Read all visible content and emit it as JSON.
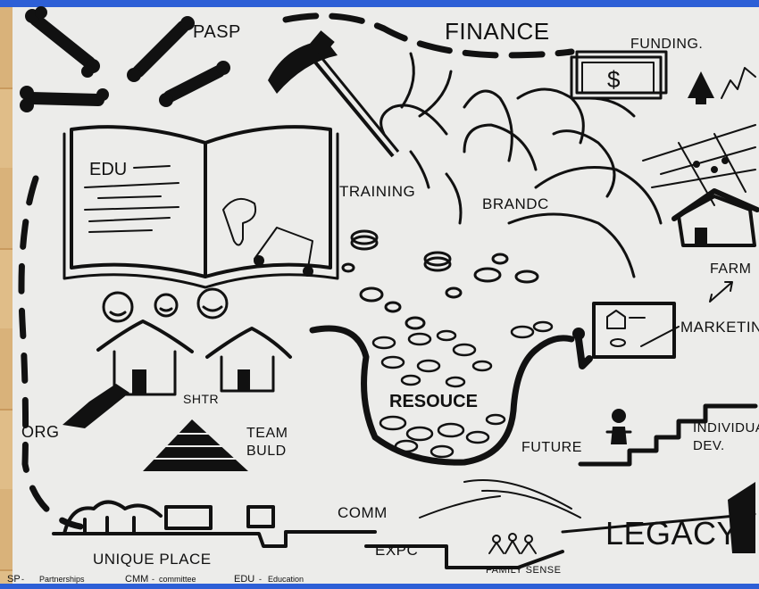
{
  "labels": {
    "pasp": "PASP",
    "finance": "FINANCE",
    "funding": "FUNDING.",
    "dollar": "$",
    "edu": "EDU",
    "training": "TRAINING",
    "brandc": "BRANDC",
    "farm": "FARM",
    "marketing": "MARKETIN",
    "shtr": "SHTR",
    "org": "ORG",
    "team_build": [
      "TEAM",
      "BULD"
    ],
    "resource": "RESOUCE",
    "future": "FUTURE",
    "individual_dev": [
      "INDIVIDUA",
      "DEV."
    ],
    "comm": "COMM",
    "legacy": "LEGACY",
    "unique_place": "UNIQUE PLACE",
    "expc": "EXPC",
    "family_sense": "FAMILY SENSE"
  },
  "legend": [
    {
      "abbr": "SP",
      "meaning": "Partnerships"
    },
    {
      "abbr": "CMM",
      "meaning": "committee"
    },
    {
      "abbr": "EDU",
      "meaning": "Education"
    }
  ],
  "colors": {
    "ink": "#111111",
    "paper": "#ececea",
    "frame": "#2d5fd6",
    "wood": "#d9b27a"
  }
}
